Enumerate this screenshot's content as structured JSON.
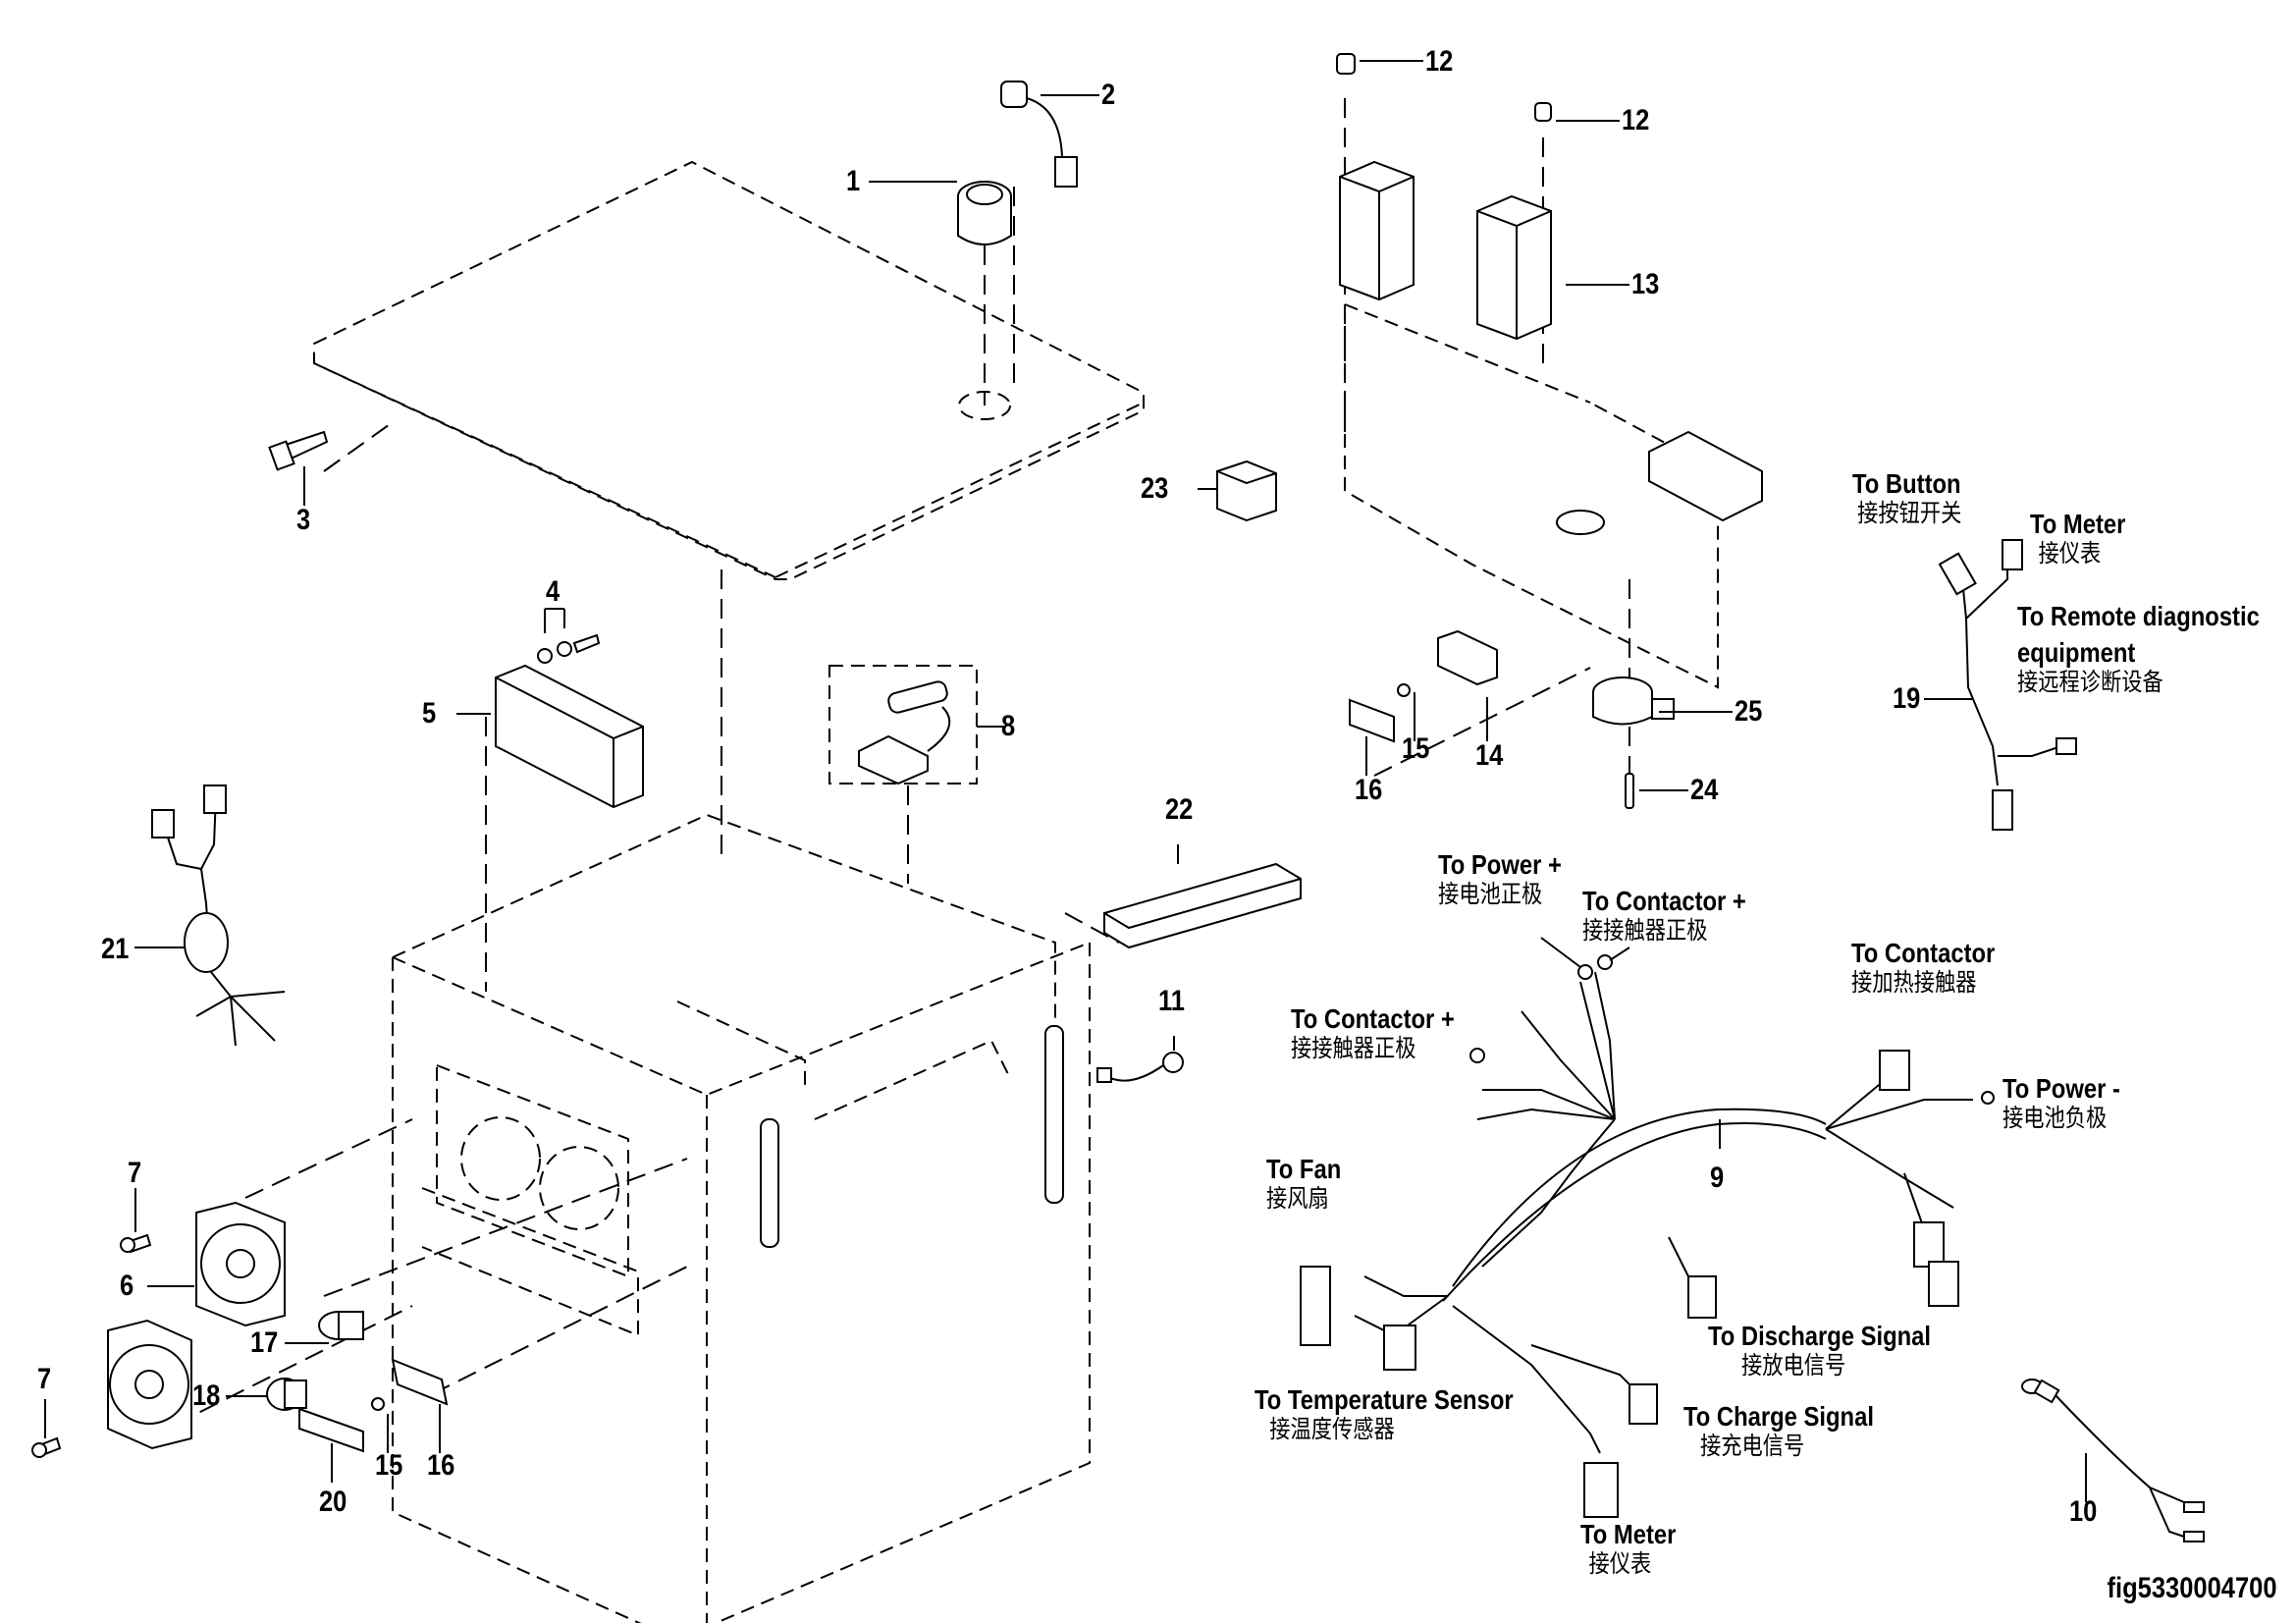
{
  "figure_id": "fig5330004700",
  "callouts": {
    "c1": "1",
    "c2": "2",
    "c3": "3",
    "c4": "4",
    "c5": "5",
    "c6": "6",
    "c7a": "7",
    "c7b": "7",
    "c8": "8",
    "c9": "9",
    "c10": "10",
    "c11": "11",
    "c12a": "12",
    "c12b": "12",
    "c13": "13",
    "c14": "14",
    "c15a": "15",
    "c15b": "15",
    "c16a": "16",
    "c16b": "16",
    "c17": "17",
    "c18": "18",
    "c19": "19",
    "c20": "20",
    "c21": "21",
    "c22": "22",
    "c23": "23",
    "c24": "24",
    "c25": "25"
  },
  "harness_19_notes": {
    "to_button": {
      "en": "To Button",
      "zh": "接按钮开关"
    },
    "to_meter": {
      "en": "To Meter",
      "zh": "接仪表"
    },
    "to_remote": {
      "en": "To Remote diagnostic",
      "en2": "equipment",
      "zh": "接远程诊断设备"
    }
  },
  "harness_9_notes": {
    "to_power_pos": {
      "en": "To Power +",
      "zh": "接电池正极"
    },
    "to_contactor_pos_a": {
      "en": "To Contactor +",
      "zh": "接接触器正极"
    },
    "to_contactor_pos_b": {
      "en": "To Contactor +",
      "zh": "接接触器正极"
    },
    "to_contactor_heat": {
      "en": "To Contactor",
      "zh": "接加热接触器"
    },
    "to_power_neg": {
      "en": "To Power -",
      "zh": "接电池负极"
    },
    "to_fan": {
      "en": "To Fan",
      "zh": "接风扇"
    },
    "to_discharge": {
      "en": "To Discharge Signal",
      "zh": "接放电信号"
    },
    "to_temperature": {
      "en": "To Temperature Sensor",
      "zh": "接温度传感器"
    },
    "to_charge": {
      "en": "To Charge Signal",
      "zh": "接充电信号"
    },
    "to_meter": {
      "en": "To Meter",
      "zh": "接仪表"
    }
  }
}
